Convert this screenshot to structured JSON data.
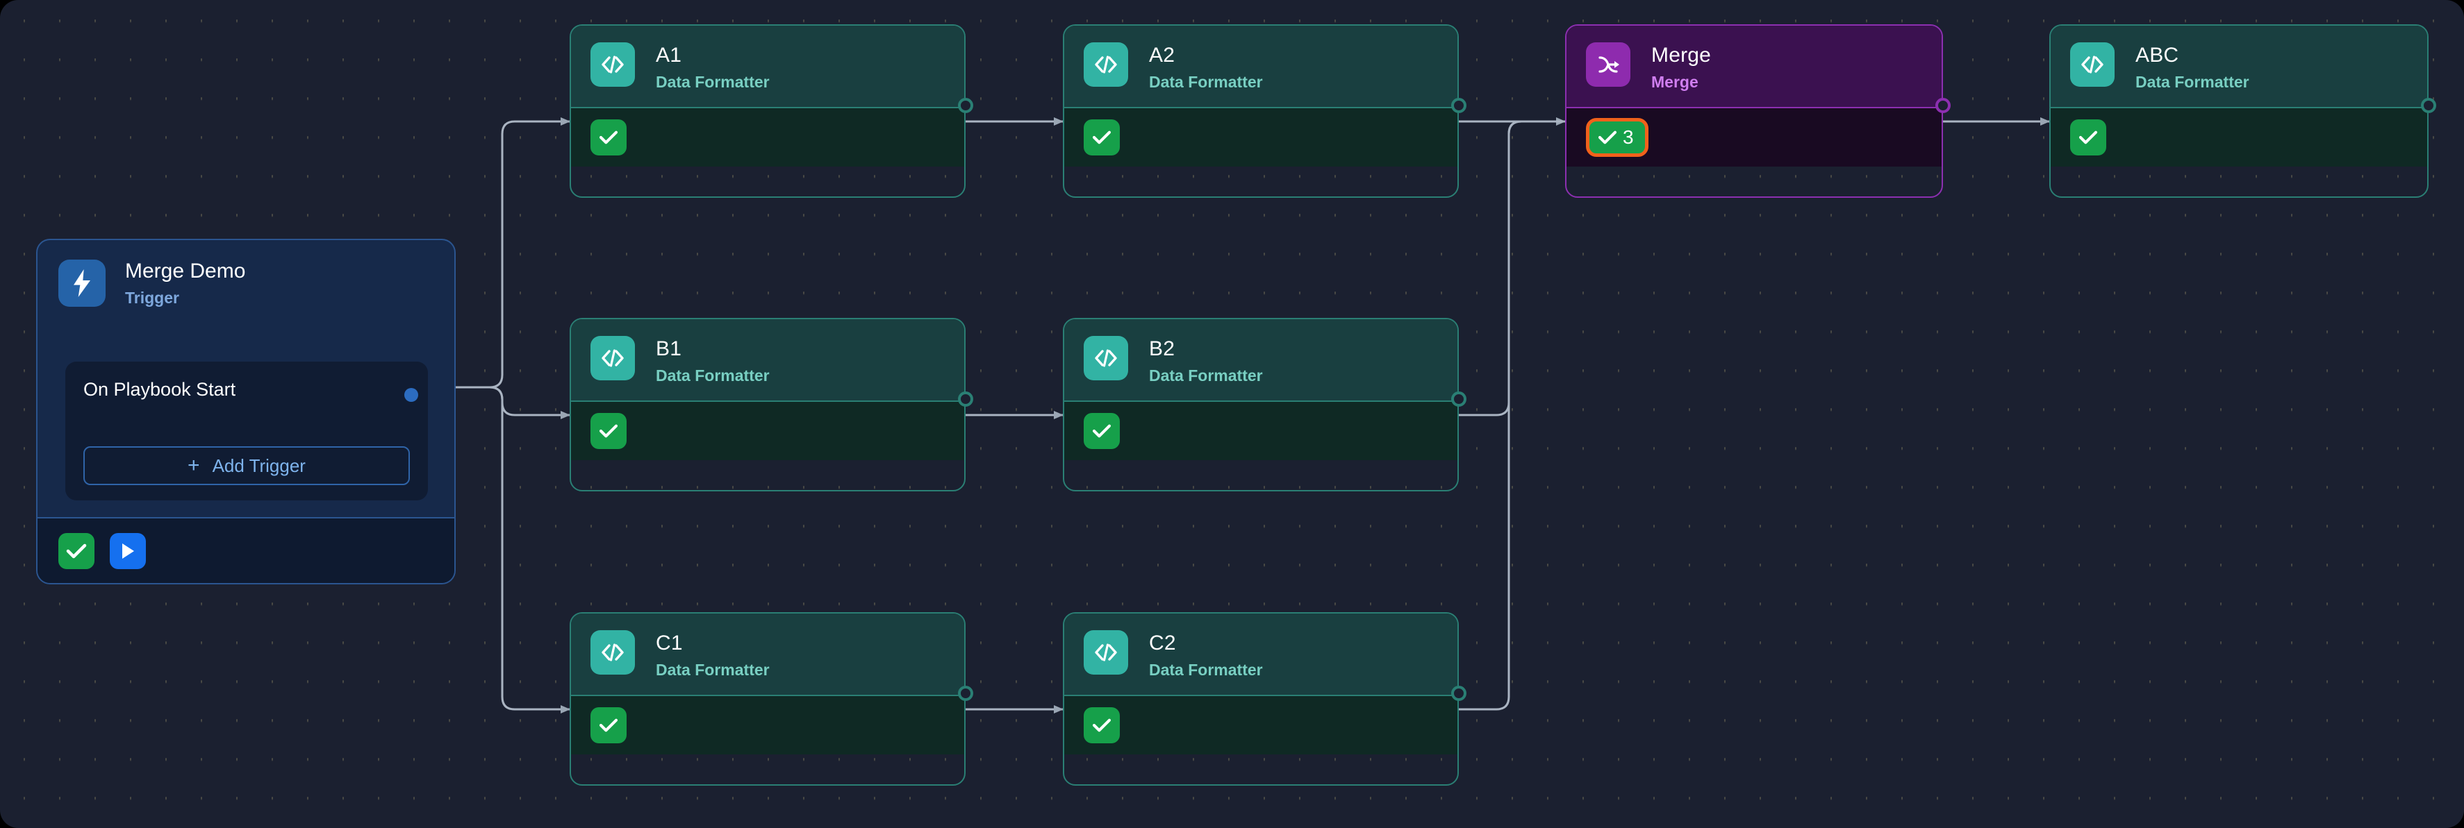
{
  "canvas": {
    "background_color": "#1b2030",
    "grid": "dot-grid"
  },
  "trigger": {
    "title": "Merge Demo",
    "subtitle": "Trigger",
    "icon": "lightning-bolt-icon",
    "panel_label": "On Playbook Start",
    "add_trigger_label": "Add Trigger",
    "add_trigger_plus": "+",
    "footer": {
      "check_icon": "check-icon",
      "run_icon": "play-icon"
    }
  },
  "nodes": [
    {
      "id": "a1",
      "title": "A1",
      "subtitle": "Data Formatter",
      "icon": "code-icon",
      "theme": "code",
      "status": "success",
      "badge": ""
    },
    {
      "id": "a2",
      "title": "A2",
      "subtitle": "Data Formatter",
      "icon": "code-icon",
      "theme": "code",
      "status": "success",
      "badge": ""
    },
    {
      "id": "merge",
      "title": "Merge",
      "subtitle": "Merge",
      "icon": "merge-icon",
      "theme": "merge",
      "status": "success",
      "badge": "3"
    },
    {
      "id": "abc",
      "title": "ABC",
      "subtitle": "Data Formatter",
      "icon": "code-icon",
      "theme": "code",
      "status": "success",
      "badge": ""
    },
    {
      "id": "b1",
      "title": "B1",
      "subtitle": "Data Formatter",
      "icon": "code-icon",
      "theme": "code",
      "status": "success",
      "badge": ""
    },
    {
      "id": "b2",
      "title": "B2",
      "subtitle": "Data Formatter",
      "icon": "code-icon",
      "theme": "code",
      "status": "success",
      "badge": ""
    },
    {
      "id": "c1",
      "title": "C1",
      "subtitle": "Data Formatter",
      "icon": "code-icon",
      "theme": "code",
      "status": "success",
      "badge": ""
    },
    {
      "id": "c2",
      "title": "C2",
      "subtitle": "Data Formatter",
      "icon": "code-icon",
      "theme": "code",
      "status": "success",
      "badge": ""
    }
  ],
  "colors": {
    "canvas_bg": "#1b2030",
    "code_header": "#193f40",
    "code_footer": "#0f2924",
    "code_border": "#2a7f74",
    "code_icon": "#32b3a4",
    "code_sub_text": "#78cfc2",
    "merge_header": "#3b1150",
    "merge_footer": "#190a22",
    "merge_border": "#8c2fb0",
    "merge_icon": "#8e2bae",
    "merge_sub_text": "#d07ef0",
    "trigger_bg": "#16294a",
    "trigger_border": "#2b5590",
    "trigger_icon": "#2563a8",
    "success_green": "#16a04a",
    "run_blue": "#1570ef",
    "badge_highlight": "#f2611b",
    "edge_stroke": "#aab4c2"
  },
  "edges": [
    {
      "from": "trigger",
      "to": "a1"
    },
    {
      "from": "trigger",
      "to": "b1"
    },
    {
      "from": "trigger",
      "to": "c1"
    },
    {
      "from": "a1",
      "to": "a2"
    },
    {
      "from": "b1",
      "to": "b2"
    },
    {
      "from": "c1",
      "to": "c2"
    },
    {
      "from": "a2",
      "to": "merge"
    },
    {
      "from": "b2",
      "to": "merge"
    },
    {
      "from": "c2",
      "to": "merge"
    },
    {
      "from": "merge",
      "to": "abc"
    }
  ]
}
